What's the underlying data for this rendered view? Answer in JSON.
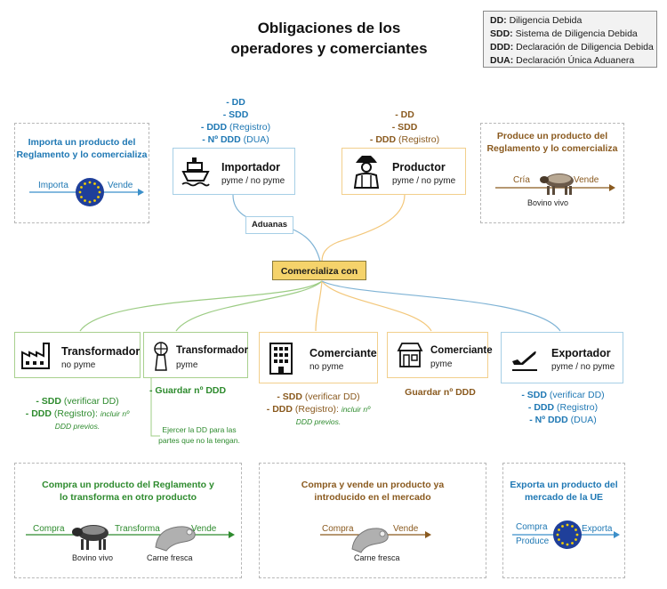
{
  "title_line1": "Obligaciones de los",
  "title_line2": "operadores y comerciantes",
  "legend": [
    {
      "abbr": "DD:",
      "text": "Diligencia Debida"
    },
    {
      "abbr": "SDD:",
      "text": "Sistema de Diligencia Debida"
    },
    {
      "abbr": "DDD:",
      "text": "Declaración de Diligencia Debida"
    },
    {
      "abbr": "DUA:",
      "text": "Declaración Única Aduanera"
    }
  ],
  "importador": {
    "name": "Importador",
    "size": "pyme / no pyme",
    "obligations": [
      "- DD",
      "- SDD",
      "- DDD",
      "(Registro)",
      "- Nº DDD",
      "(DUA)"
    ]
  },
  "productor": {
    "name": "Productor",
    "size": "pyme / no pyme",
    "obligations": [
      "- DD",
      "- SDD",
      "- DDD",
      "(Registro)"
    ]
  },
  "import_box": {
    "title1": "Importa un producto del",
    "title2": "Reglamento y lo comercializa",
    "label_left": "Importa",
    "label_right": "Vende"
  },
  "produce_box": {
    "title1": "Produce un producto del",
    "title2": "Reglamento y lo comercializa",
    "label_left": "Cría",
    "label_right": "Vende",
    "caption": "Bovino vivo"
  },
  "aduanas": "Aduanas",
  "center": "Comercializa con",
  "transformador1": {
    "name": "Transformador",
    "size": "no pyme",
    "ob1a": "- SDD",
    "ob1b": "(verificar DD)",
    "ob2a": "- DDD",
    "ob2b": "(Registro):",
    "ob2c": "incluir nº",
    "ob2d": "DDD previos."
  },
  "transformador2": {
    "name": "Transformador",
    "size": "pyme",
    "ob": "- Guardar nº DDD",
    "note1": "Ejercer la DD para las",
    "note2": "partes que no la tengan."
  },
  "comerciante1": {
    "name": "Comerciante",
    "size": "no pyme",
    "ob1a": "- SDD",
    "ob1b": "(verificar DD)",
    "ob2a": "- DDD",
    "ob2b": "(Registro):",
    "ob2c": "incluir nº",
    "ob2d": "DDD previos."
  },
  "comerciante2": {
    "name": "Comerciante",
    "size": "pyme",
    "ob": "Guardar nº DDD"
  },
  "exportador": {
    "name": "Exportador",
    "size": "pyme / no pyme",
    "ob1a": "- SDD",
    "ob1b": "(verificar DD)",
    "ob2a": "- DDD",
    "ob2b": "(Registro)",
    "ob3a": "- Nº DDD",
    "ob3b": "(DUA)"
  },
  "bottom_transforma": {
    "title1": "Compra un producto del Reglamento y",
    "title2": "lo transforma en otro producto",
    "l1": "Compra",
    "l2": "Transforma",
    "l3": "Vende",
    "cap1": "Bovino vivo",
    "cap2": "Carne fresca"
  },
  "bottom_comercia": {
    "title1": "Compra y vende un producto ya",
    "title2": "introducido en el mercado",
    "l1": "Compra",
    "l2": "Vende",
    "cap": "Carne fresca"
  },
  "bottom_exporta": {
    "title1": "Exporta un producto del",
    "title2": "mercado de la UE",
    "l1": "Compra",
    "l2": "Produce",
    "l3": "Exporta"
  },
  "colors": {
    "blue": "#1f78b4",
    "brown": "#8a5a1f",
    "green": "#2e8b2e",
    "center_fill": "#f5d36b"
  }
}
